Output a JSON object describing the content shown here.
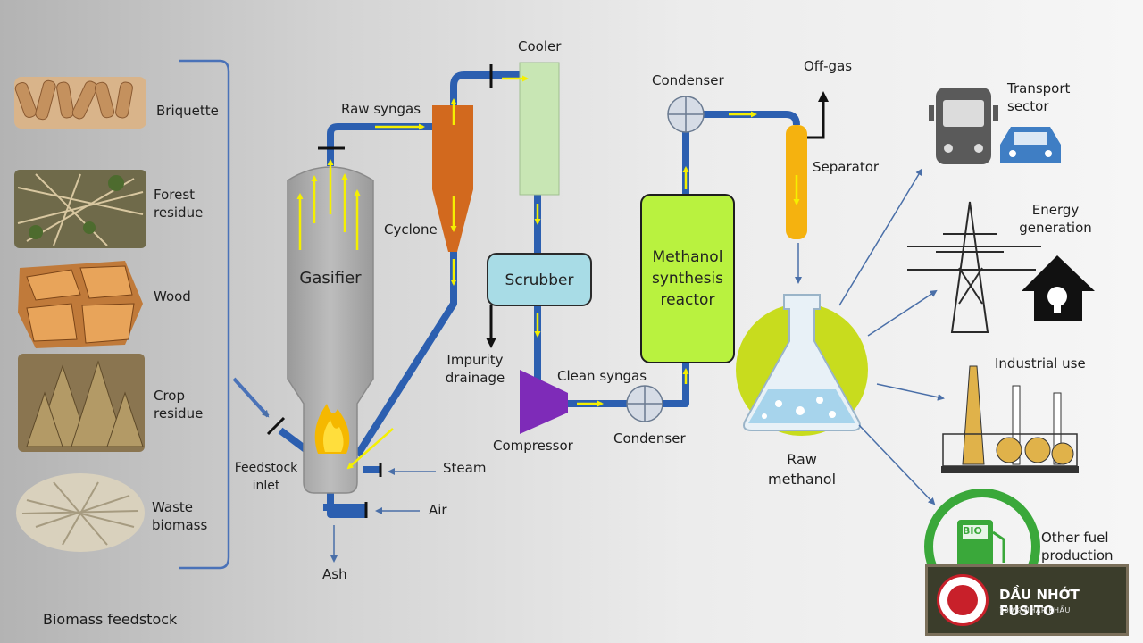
{
  "feedstock": {
    "items": [
      {
        "label": "Briquette"
      },
      {
        "label": "Forest\nresidue"
      },
      {
        "label": "Wood"
      },
      {
        "label": "Crop\nresidue"
      },
      {
        "label": "Waste\nbiomass"
      }
    ],
    "title": "Biomass feedstock"
  },
  "process": {
    "gasifier": "Gasifier",
    "feedstock_inlet": "Feedstock\ninlet",
    "steam": "Steam",
    "air": "Air",
    "ash": "Ash",
    "raw_syngas": "Raw syngas",
    "cyclone": "Cyclone",
    "cooler": "Cooler",
    "scrubber": "Scrubber",
    "impurity_drainage": "Impurity\ndrainage",
    "compressor": "Compressor",
    "clean_syngas": "Clean syngas",
    "condenser_bottom": "Condenser",
    "methanol_reactor": "Methanol\nsynthesis\nreactor",
    "condenser_top": "Condenser",
    "off_gas": "Off-gas",
    "separator": "Separator",
    "raw_methanol": "Raw\nmethanol"
  },
  "uses": {
    "transport": "Transport\nsector",
    "energy": "Energy\ngeneration",
    "industrial": "Industrial use",
    "other": "Other fuel\nproduction",
    "bio_label": "BIO"
  },
  "badge": {
    "brand": "DẦU NHỚT FUSITO",
    "sub": "100% NHẬP KHẨU"
  },
  "colors": {
    "pipe": "#2c5fb0",
    "flow_arrow": "#f5f000",
    "cyclone": "#d2691e",
    "cooler": "#c8e6b4",
    "scrubber": "#a8dce6",
    "reactor": "#b9f23f",
    "separator": "#f5b20f",
    "compressor": "#7e2bb8",
    "flask_circle": "#c8dc1e",
    "gasifier": "#a9a9a9",
    "bio_green": "#3aa83a"
  }
}
